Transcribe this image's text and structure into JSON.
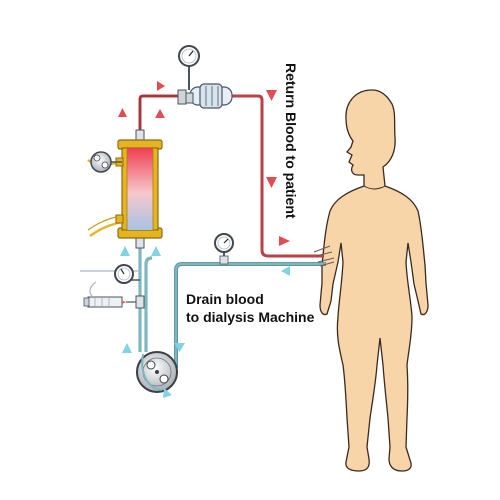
{
  "labels": {
    "return": "Return Blood to patient",
    "drain_line1": "Drain blood",
    "drain_line2": "to dialysis Machine"
  },
  "colors": {
    "return_line": "#b8414a",
    "drain_line": "#7fb7c0",
    "arrow_return": "#e24d50",
    "arrow_drain": "#7fd3e2",
    "skin": "#f8d5a8",
    "skin_outline": "#3a2a1e",
    "dialyzer_gold": "#e6b420",
    "dialyzer_top": "#ef4f5c",
    "dialyzer_bottom": "#a6c3e4"
  },
  "icons": [
    "pressure-gauge-icon",
    "roller-pump-icon",
    "syringe-icon",
    "air-trap-icon",
    "clamp-icon",
    "dialyzer-icon",
    "patient-silhouette-icon"
  ]
}
